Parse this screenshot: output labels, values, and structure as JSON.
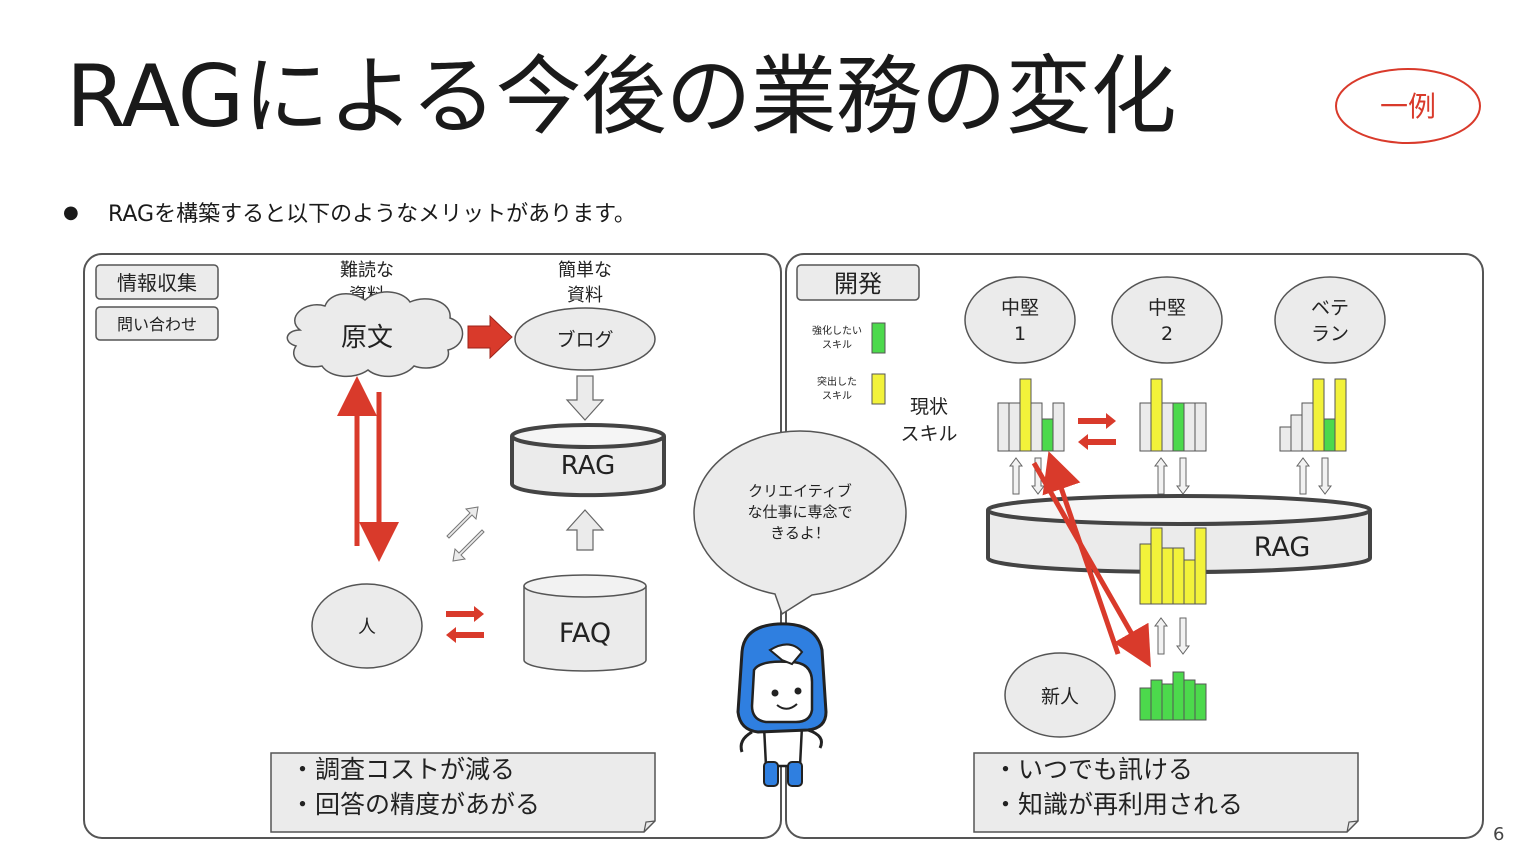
{
  "slide": {
    "title": "RAGによる今後の業務の変化",
    "tag": "一例",
    "bullet_marker": "●",
    "bullet": "RAGを構築すると以下のようなメリットがあります。",
    "page_number": "6"
  },
  "left_panel": {
    "label": "情報収集",
    "sublabel": "問い合わせ",
    "source_caption_1": "難読な",
    "source_caption_2": "資料",
    "source": "原文",
    "target_caption_1": "簡単な",
    "target_caption_2": "資料",
    "blog": "ブログ",
    "rag": "RAG",
    "person": "人",
    "faq": "FAQ",
    "note_1": "・調査コストが減る",
    "note_2": "・回答の精度があがる"
  },
  "speech": {
    "line_1": "クリエイティブ",
    "line_2": "な仕事に専念で",
    "line_3": "きるよ！"
  },
  "right_panel": {
    "label": "開発",
    "legend_1_a": "強化したい",
    "legend_1_b": "スキル",
    "legend_2_a": "突出した",
    "legend_2_b": "スキル",
    "current_1": "現状",
    "current_2": "スキル",
    "mid1_a": "中堅",
    "mid1_b": "1",
    "mid2_a": "中堅",
    "mid2_b": "2",
    "vet_a": "ベテ",
    "vet_b": "ラン",
    "rag": "RAG",
    "newbie": "新人",
    "note_1": "・いつでも訊ける",
    "note_2": "・知識が再利用される"
  },
  "colors": {
    "red": "#d93a2b",
    "yellow": "#f2f23a",
    "green": "#4cd94c",
    "grey_fill": "#ebebeb",
    "stroke": "#555555",
    "mascot_blue": "#2f7fe0"
  }
}
